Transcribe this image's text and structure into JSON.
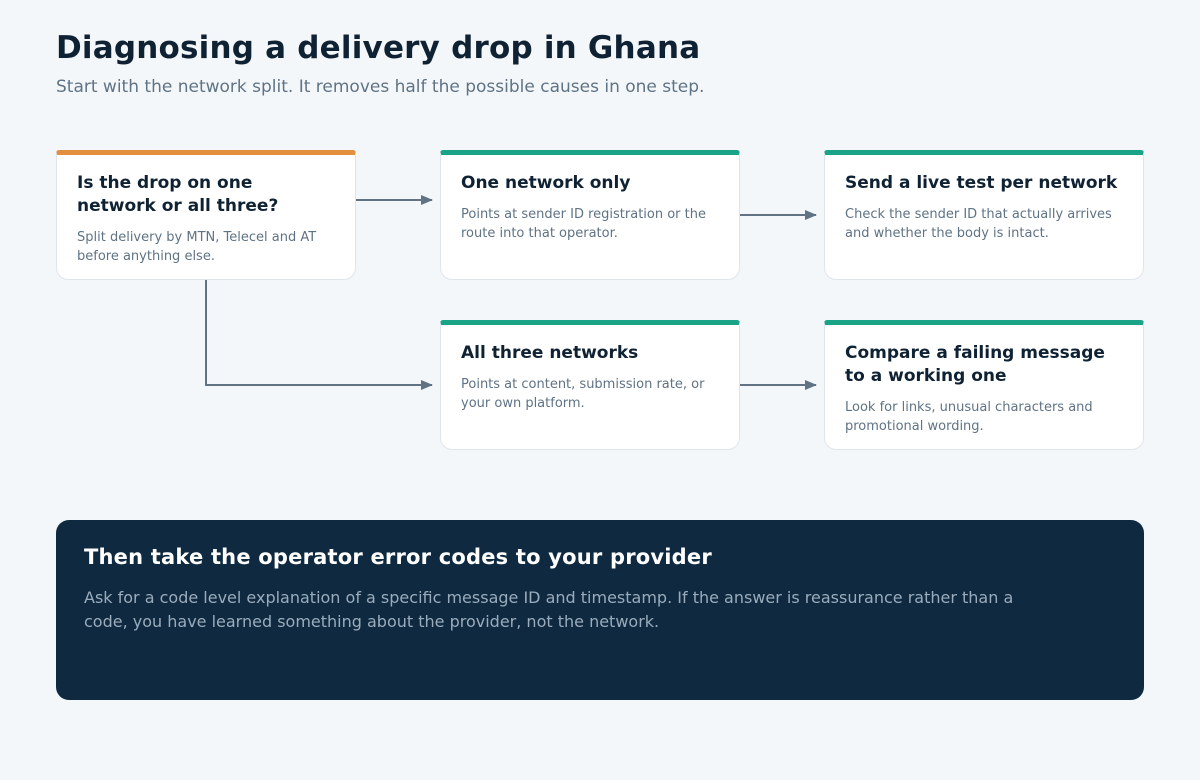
{
  "header": {
    "title": "Diagnosing a delivery drop in Ghana",
    "subtitle": "Start with the network split. It removes half the possible causes in one step."
  },
  "flow": {
    "start": {
      "title": "Is the drop on one network or all three?",
      "body": "Split delivery by MTN, Telecel and AT before anything else."
    },
    "one_network": {
      "title": "One network only",
      "body": "Points at sender ID registration or the route into that operator."
    },
    "live_test": {
      "title": "Send a live test per network",
      "body": "Check the sender ID that actually arrives and whether the body is intact."
    },
    "all_networks": {
      "title": "All three networks",
      "body": "Points at content, submission rate, or your own platform."
    },
    "compare": {
      "title": "Compare a failing message to a working one",
      "body": "Look for links, unusual characters and promotional wording."
    }
  },
  "banner": {
    "title": "Then take the operator error codes to your provider",
    "body": "Ask for a code level explanation of a specific message ID and timestamp. If the answer is reassurance rather than a code, you have learned something about the provider, not the network."
  },
  "colors": {
    "start_accent": "#e28f3e",
    "step_accent": "#1ba387",
    "connector": "#5f7385",
    "banner_bg": "#0f2a40"
  }
}
